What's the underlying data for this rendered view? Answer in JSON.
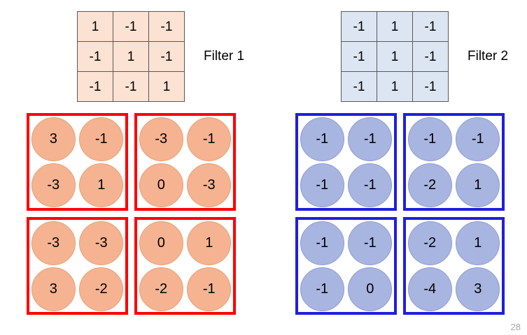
{
  "filters": [
    {
      "name": "filter-1",
      "label": "Filter 1",
      "accent": "#FBE2D3",
      "rows": [
        [
          "1",
          "-1",
          "-1"
        ],
        [
          "-1",
          "1",
          "-1"
        ],
        [
          "-1",
          "-1",
          "1"
        ]
      ]
    },
    {
      "name": "filter-2",
      "label": "Filter 2",
      "accent": "#DCE6F2",
      "rows": [
        [
          "-1",
          "1",
          "-1"
        ],
        [
          "-1",
          "1",
          "-1"
        ],
        [
          "-1",
          "1",
          "-1"
        ]
      ]
    }
  ],
  "feature_maps": {
    "red": {
      "border_color": "#FF0000",
      "circle_color": "#F5B391",
      "boxes": [
        {
          "position": "top-left",
          "values": [
            [
              "3",
              "-1"
            ],
            [
              "-3",
              "1"
            ]
          ]
        },
        {
          "position": "top-right",
          "values": [
            [
              "-3",
              "-1"
            ],
            [
              "0",
              "-3"
            ]
          ]
        },
        {
          "position": "bottom-left",
          "values": [
            [
              "-3",
              "-3"
            ],
            [
              "3",
              "-2"
            ]
          ]
        },
        {
          "position": "bottom-right",
          "values": [
            [
              "0",
              "1"
            ],
            [
              "-2",
              "-1"
            ]
          ]
        }
      ]
    },
    "blue": {
      "border_color": "#1F1FDD",
      "circle_color": "#A8B5E0",
      "boxes": [
        {
          "position": "top-left",
          "values": [
            [
              "-1",
              "-1"
            ],
            [
              "-1",
              "-1"
            ]
          ]
        },
        {
          "position": "top-right",
          "values": [
            [
              "-1",
              "-1"
            ],
            [
              "-2",
              "1"
            ]
          ]
        },
        {
          "position": "bottom-left",
          "values": [
            [
              "-1",
              "-1"
            ],
            [
              "-1",
              "0"
            ]
          ]
        },
        {
          "position": "bottom-right",
          "values": [
            [
              "-2",
              "1"
            ],
            [
              "-4",
              "3"
            ]
          ]
        }
      ]
    }
  },
  "slide_number": "28"
}
